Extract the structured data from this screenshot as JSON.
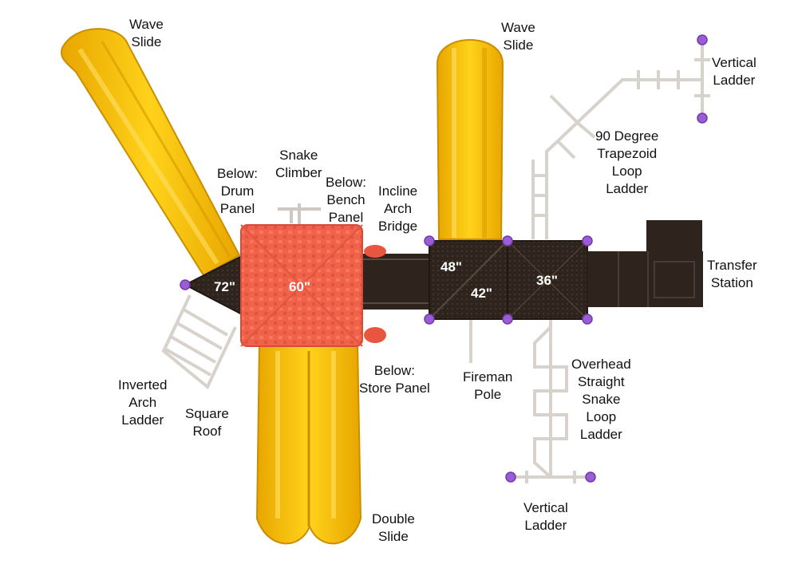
{
  "labels": {
    "wave_slide_left": [
      "Wave",
      "Slide"
    ],
    "wave_slide_right": [
      "Wave",
      "Slide"
    ],
    "snake_climber": [
      "Snake",
      "Climber"
    ],
    "drum_panel": [
      "Below:",
      "Drum",
      "Panel"
    ],
    "bench_panel": [
      "Below:",
      "Bench",
      "Panel"
    ],
    "incline_arch_bridge": [
      "Incline",
      "Arch",
      "Bridge"
    ],
    "vertical_ladder_top": [
      "Vertical",
      "Ladder"
    ],
    "trapezoid_ladder": [
      "90 Degree",
      "Trapezoid",
      "Loop",
      "Ladder"
    ],
    "transfer_station": [
      "Transfer",
      "Station"
    ],
    "inverted_arch_ladder": [
      "Inverted",
      "Arch",
      "Ladder"
    ],
    "square_roof": [
      "Square",
      "Roof"
    ],
    "store_panel": [
      "Below:",
      "Store Panel"
    ],
    "fireman_pole": [
      "Fireman",
      "Pole"
    ],
    "snake_loop_ladder": [
      "Overhead",
      "Straight",
      "Snake",
      "Loop",
      "Ladder"
    ],
    "double_slide": [
      "Double",
      "Slide"
    ],
    "vertical_ladder_bottom": [
      "Vertical",
      "Ladder"
    ]
  },
  "heights": {
    "triangle_deck": "72\"",
    "roof_deck": "60\"",
    "deck_48": "48\"",
    "deck_42": "42\"",
    "deck_36": "36\""
  },
  "colors": {
    "slide": "#f5c400",
    "roof": "#f0624a",
    "deck": "#2e241d",
    "rail": "#d8d2cc",
    "clamp": "#9b5cd6"
  }
}
